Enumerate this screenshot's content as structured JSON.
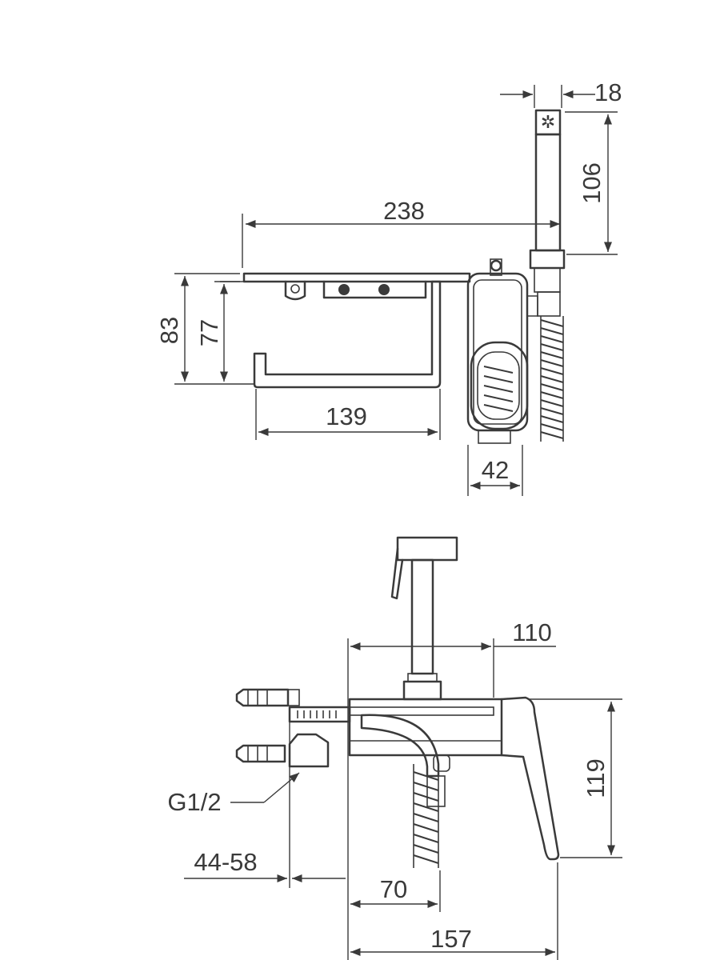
{
  "top_view": {
    "dims": {
      "total_width": "238",
      "hand_shower_width": "18",
      "hand_shower_height": "106",
      "overall_height": "83",
      "holder_height": "77",
      "holder_width": "139",
      "body_width": "42"
    }
  },
  "side_view": {
    "dims": {
      "spout_reach": "110",
      "body_height": "119",
      "thread": "G1/2",
      "adjust_range": "44-58",
      "hose_offset": "70",
      "total_length": "157"
    }
  },
  "colors": {
    "line": "#3a3a3a",
    "background": "#ffffff"
  }
}
